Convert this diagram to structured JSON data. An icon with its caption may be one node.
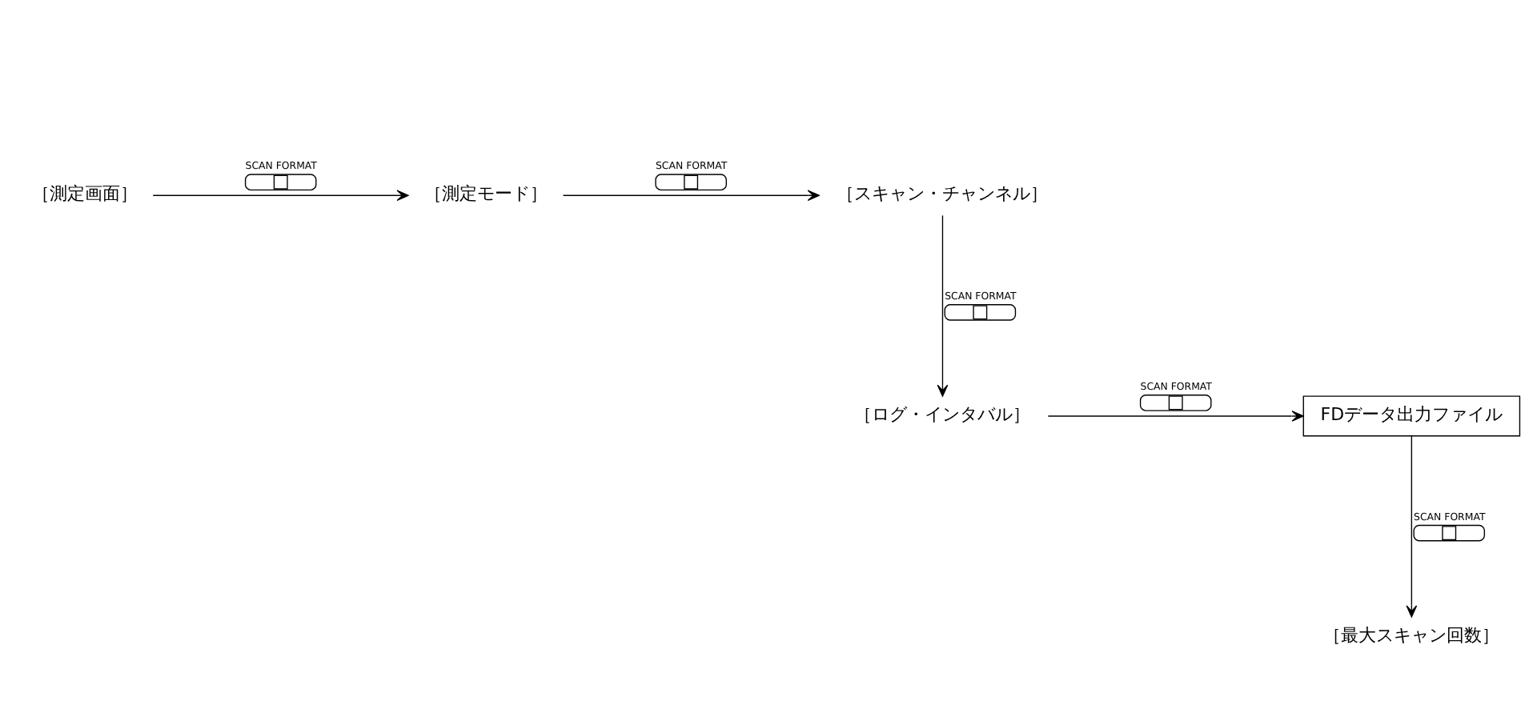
{
  "diagram": {
    "nodes": [
      {
        "text": [
          "［測定画面］"
        ]
      },
      {
        "text": [
          "［測定モード］"
        ]
      },
      {
        "text": [
          "［スキャン・チャンネル］"
        ]
      },
      {
        "text": [
          "［ログ・インタバル］"
        ]
      },
      {
        "text": [
          "FDデータ出力ファイル"
        ]
      },
      {
        "text": [
          "［最大スキャン回数］"
        ]
      }
    ],
    "edges": [
      {
        "from": 0,
        "to": 1,
        "arrow": "to",
        "label": "SCAN FORMAT"
      },
      {
        "from": 1,
        "to": 2,
        "arrow": "to",
        "label": "SCAN FORMAT"
      },
      {
        "from": 2,
        "to": 3,
        "arrow": "to",
        "label": "SCAN FORMAT"
      },
      {
        "from": 3,
        "to": 4,
        "arrow": "to",
        "label": "SCAN FORMAT"
      },
      {
        "from": 4,
        "to": 5,
        "arrow": "to",
        "label": "SCAN FORMAT"
      }
    ]
  }
}
